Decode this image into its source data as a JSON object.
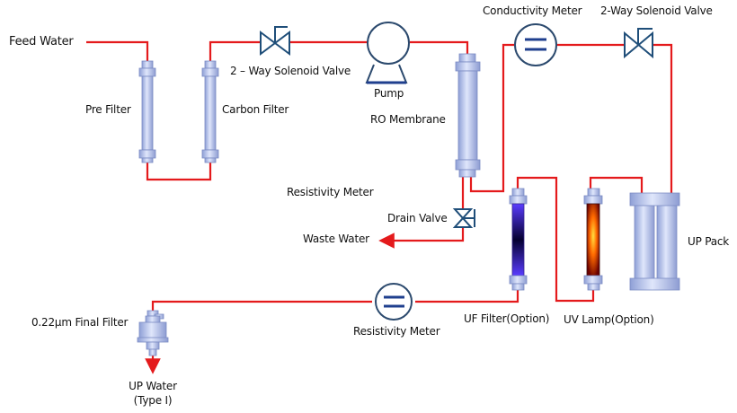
{
  "colors": {
    "pipe": "#e41a1c",
    "pipe_dark": "#c8102e",
    "outline": "#1f3f66",
    "cartridge": "#b9c6ec",
    "uf_core": "#2a1aa0",
    "uv_core": "#ff9a00"
  },
  "labels": {
    "feed_water": "Feed Water",
    "pre_filter": "Pre Filter",
    "carbon_filter": "Carbon Filter",
    "solenoid_valve_1": "2 – Way  Solenoid  Valve",
    "pump": "Pump",
    "ro_membrane": "RO Membrane",
    "conductivity_meter": "Conductivity Meter",
    "solenoid_valve_2": "2-Way  Solenoid Valve",
    "resistivity_meter_upper": "Resistivity  Meter",
    "drain_valve": "Drain Valve",
    "waste_water": "Waste Water",
    "up_pack": "UP  Pack",
    "uf_filter": "UF Filter(Option)",
    "uv_lamp": "UV Lamp(Option)",
    "resistivity_meter_lower": "Resistivity Meter",
    "final_filter": "0.22µm Final Filter",
    "up_water_line1": "UP  Water",
    "up_water_line2": "(Type I)"
  }
}
